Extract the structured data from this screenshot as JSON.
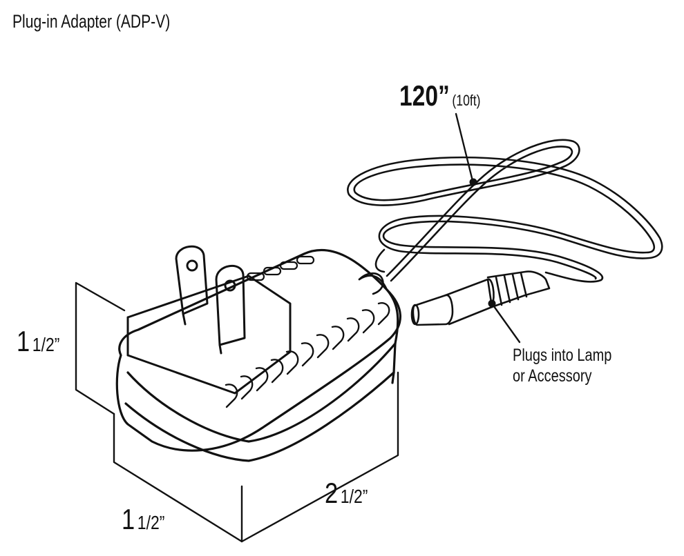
{
  "title": "Plug-in Adapter (ADP-V)",
  "cord_length": {
    "value": "120”",
    "note": "(10ft)"
  },
  "plug_note": {
    "line1": "Plugs into Lamp",
    "line2": "or Accessory"
  },
  "dimensions": {
    "height": {
      "whole": "1",
      "fraction": "1/2”"
    },
    "length": {
      "whole": "2",
      "fraction": "1/2”"
    },
    "width": {
      "whole": "1",
      "fraction": "1/2”"
    }
  },
  "line_color": "#111111"
}
